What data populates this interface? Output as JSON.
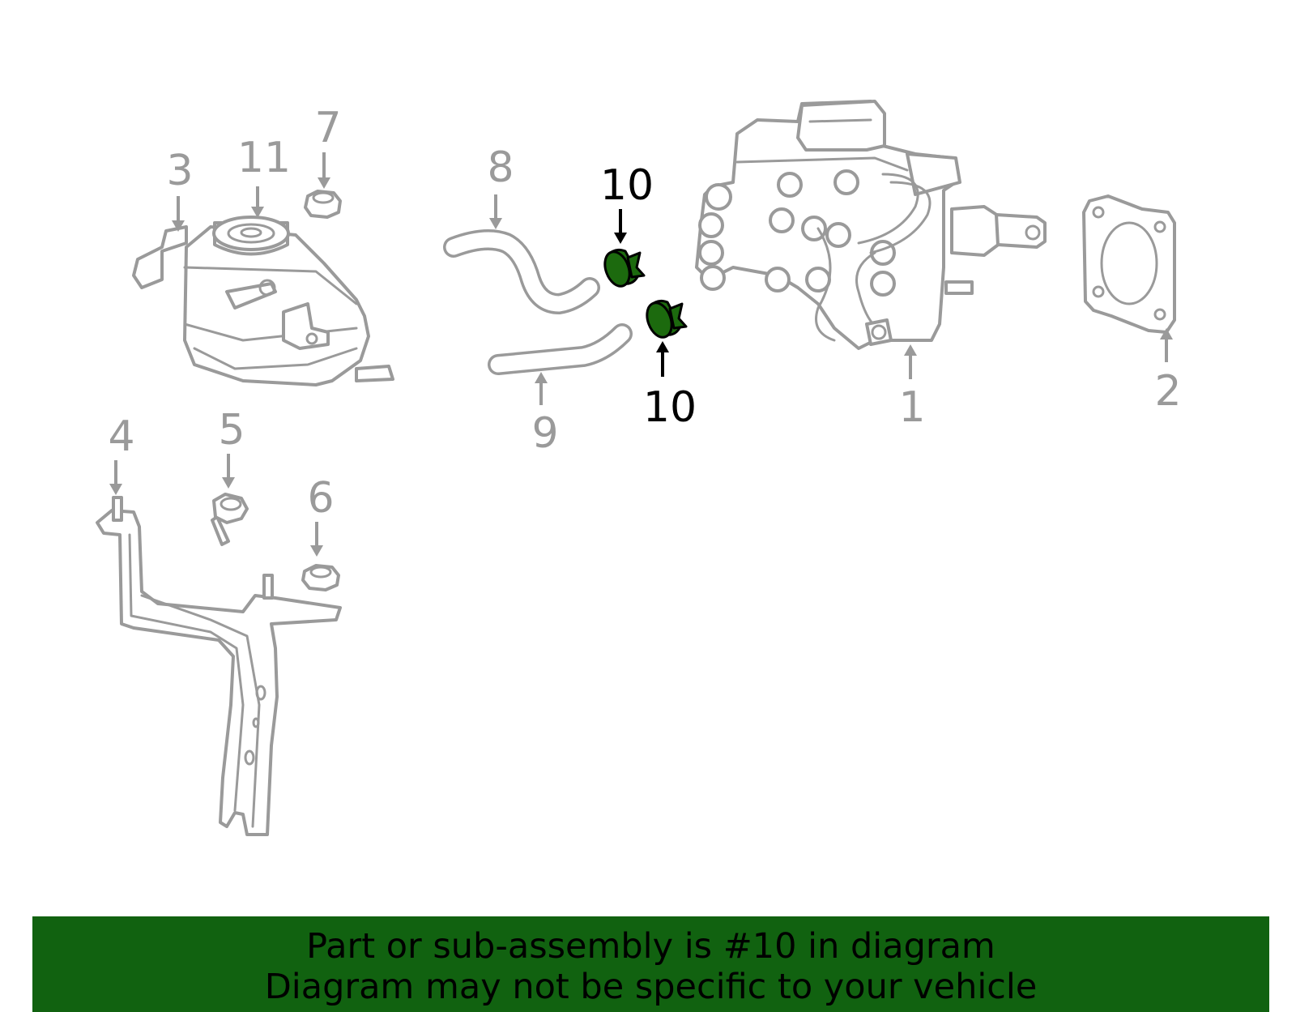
{
  "callouts": {
    "c1": "1",
    "c2": "2",
    "c3": "3",
    "c4": "4",
    "c5": "5",
    "c6": "6",
    "c7": "7",
    "c8": "8",
    "c9": "9",
    "c10a": "10",
    "c10b": "10",
    "c11": "11"
  },
  "highlight_part": "10",
  "colors": {
    "highlight_fill": "#1c6a0e",
    "banner_background": "#116210",
    "part_outline": "#9a9a9a",
    "active_label": "#000000"
  },
  "banner": {
    "line1": "Part or sub-assembly is #10 in diagram",
    "line2": "Diagram may not be specific to your vehicle"
  }
}
